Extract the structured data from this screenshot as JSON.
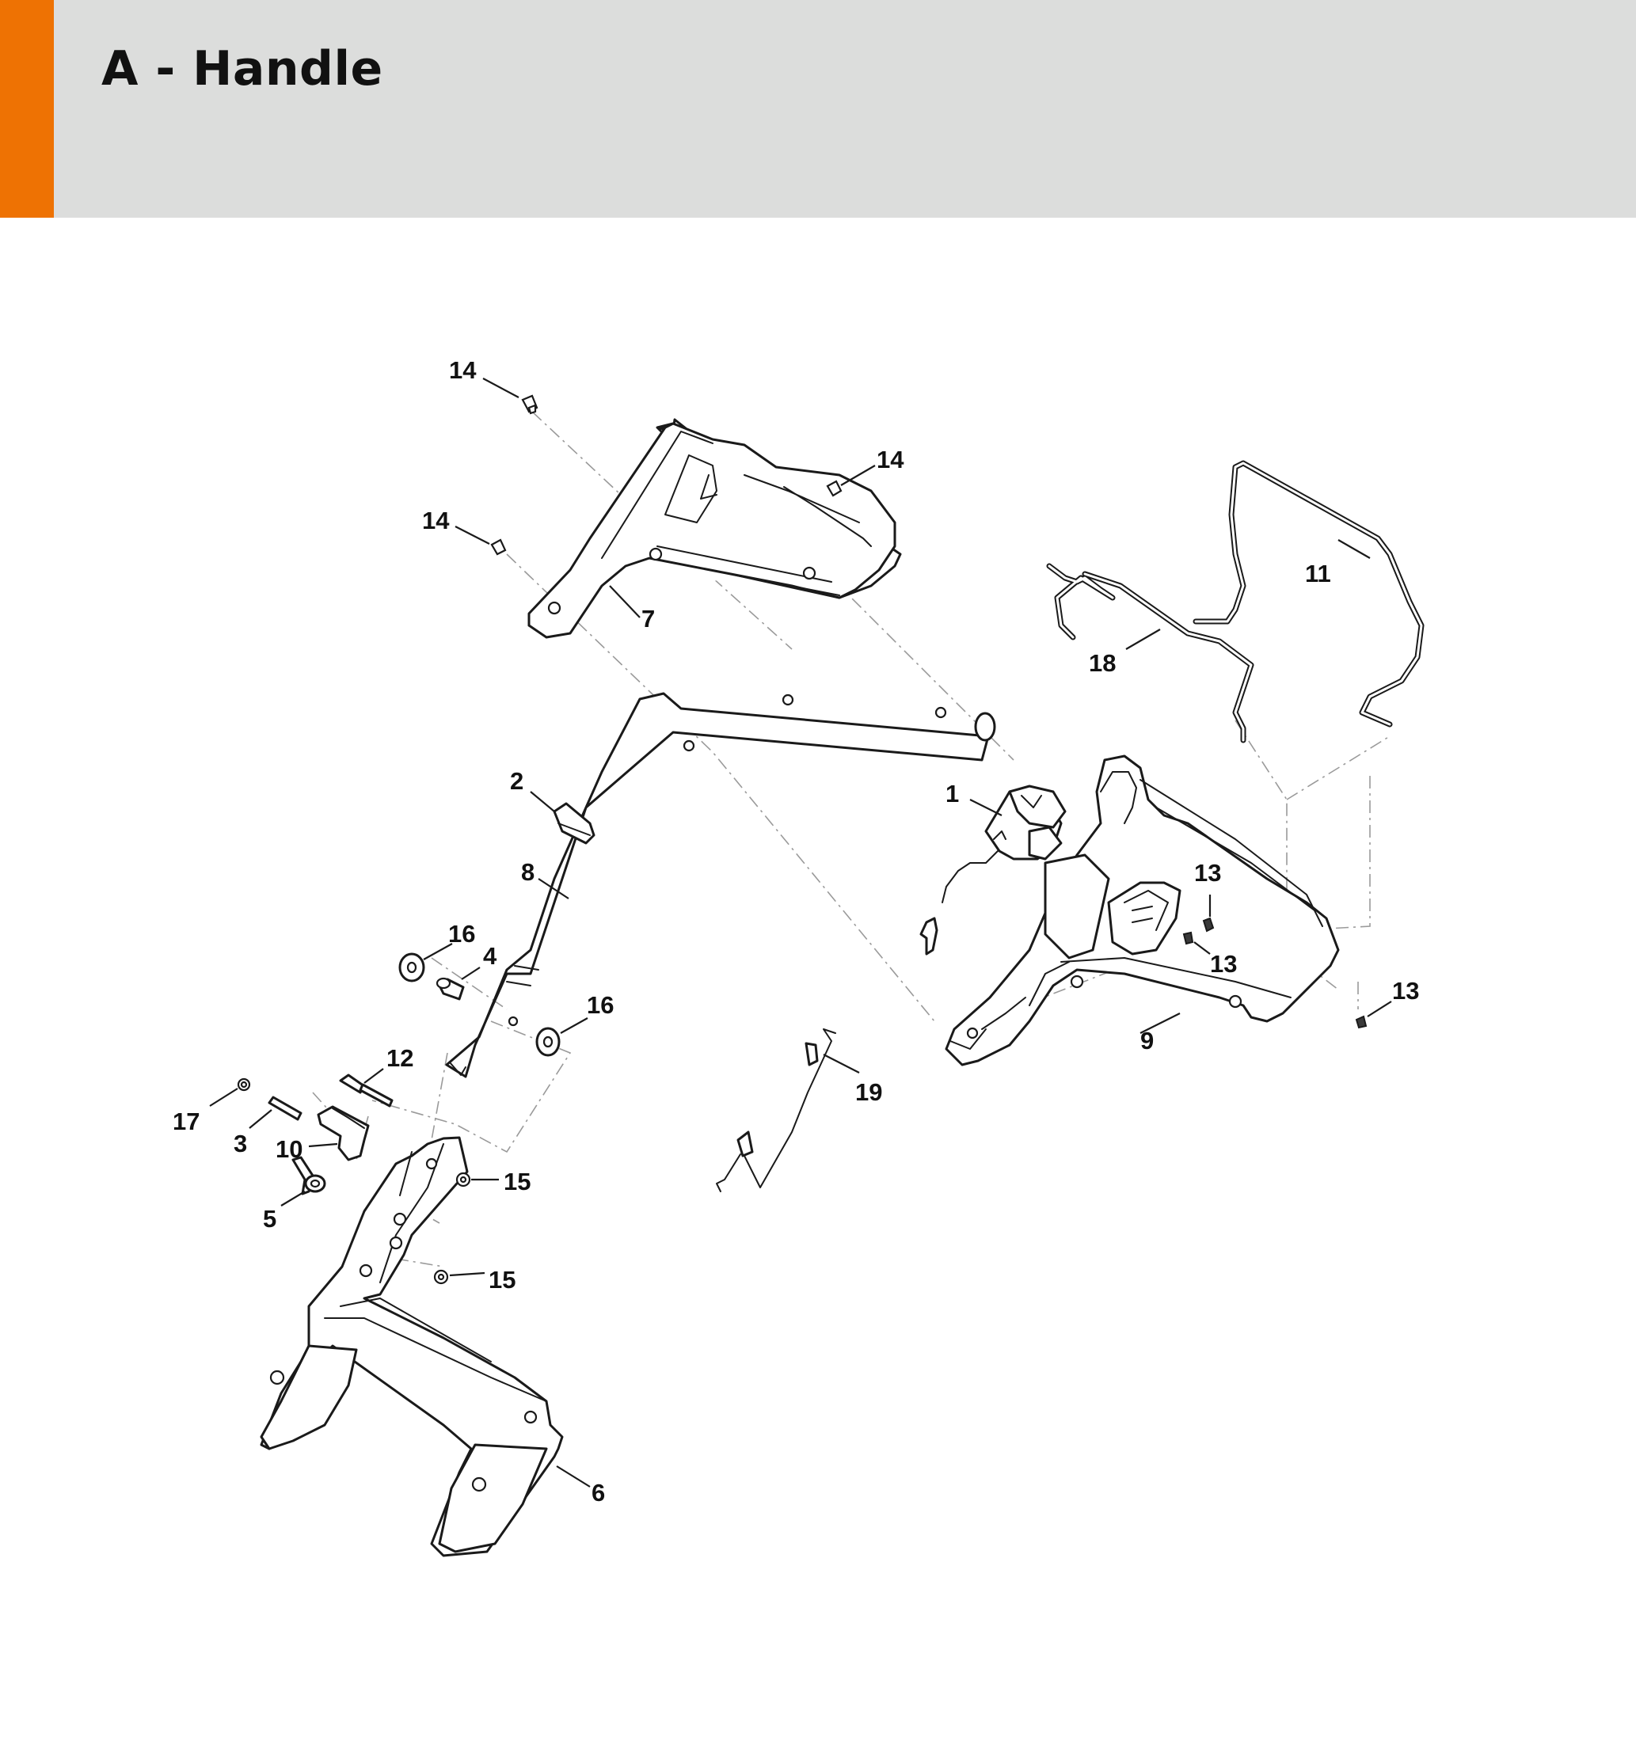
{
  "header": {
    "title": "A - Handle"
  },
  "accent_color": "#ee7203",
  "header_bg_color": "#dcdddc",
  "callouts": {
    "c1": "1",
    "c2": "2",
    "c3": "3",
    "c4": "4",
    "c5": "5",
    "c6": "6",
    "c7": "7",
    "c8": "8",
    "c9": "9",
    "c10": "10",
    "c11": "11",
    "c12": "12",
    "c13a": "13",
    "c13b": "13",
    "c13c": "13",
    "c14a": "14",
    "c14b": "14",
    "c14c": "14",
    "c15a": "15",
    "c15b": "15",
    "c16a": "16",
    "c16b": "16",
    "c17": "17",
    "c18": "18",
    "c19": "19"
  }
}
